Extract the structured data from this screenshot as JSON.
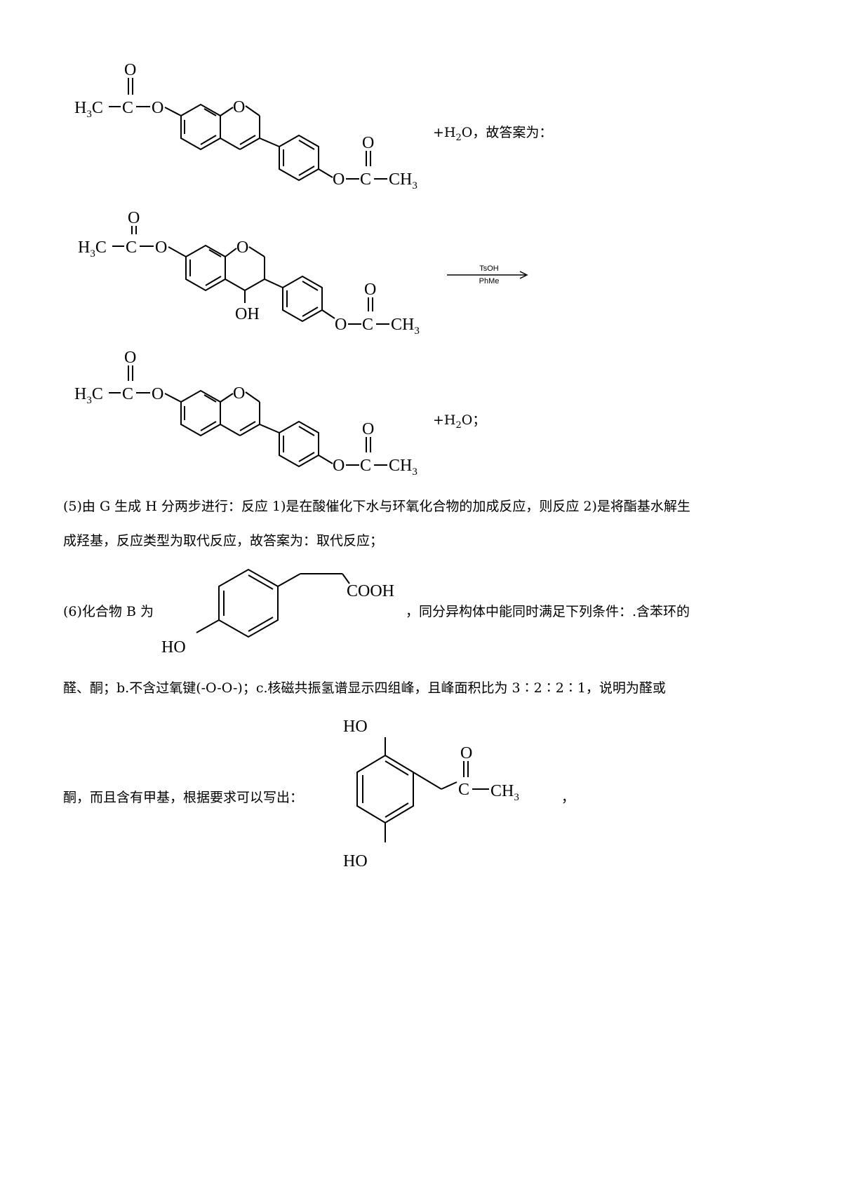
{
  "rxn_top": {
    "suffix_pre": "+H",
    "suffix_sub": "2",
    "suffix_post": "O，故答案为："
  },
  "rxn_mid": {
    "reagent_top": "TsOH",
    "reagent_bottom": "PhMe"
  },
  "rxn_bottom": {
    "suffix_pre": "+H",
    "suffix_sub": "2",
    "suffix_post": "O；"
  },
  "structure_labels": {
    "h3c": "H",
    "sub3": "3",
    "c": "C",
    "o": "O",
    "ch": "CH",
    "oh": "OH",
    "ho": "HO",
    "cooh": "COOH"
  },
  "para5": {
    "line1": "(5)由 G 生成 H 分两步进行：反应 1)是在酸催化下水与环氧化合物的加成反应，则反应 2)是将酯基水解生",
    "line2": "成羟基，反应类型为取代反应，故答案为：取代反应；"
  },
  "para6": {
    "prefix": "(6)化合物 B 为",
    "suffix": "，同分异构体中能同时满足下列条件：.含苯环的",
    "line2": "醛、酮；b.不含过氧键(-O-O-)；c.核磁共振氢谱显示四组峰，且峰面积比为 3∶2∶2∶1，说明为醛或",
    "line3_prefix": "酮，而且含有甲基，根据要求可以写出：",
    "line3_suffix": "，"
  }
}
